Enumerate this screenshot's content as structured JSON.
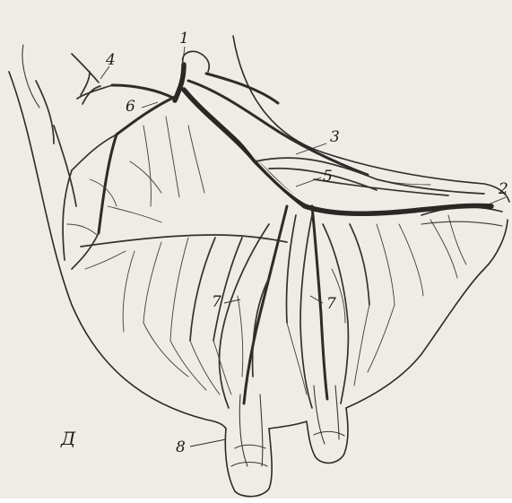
{
  "figure": {
    "panel_letter": "Д",
    "labels": {
      "l1": "1",
      "l2": "2",
      "l3": "3",
      "l4": "4",
      "l5": "5",
      "l6": "6",
      "l7a": "7",
      "l7b": "7",
      "l8": "8"
    }
  }
}
